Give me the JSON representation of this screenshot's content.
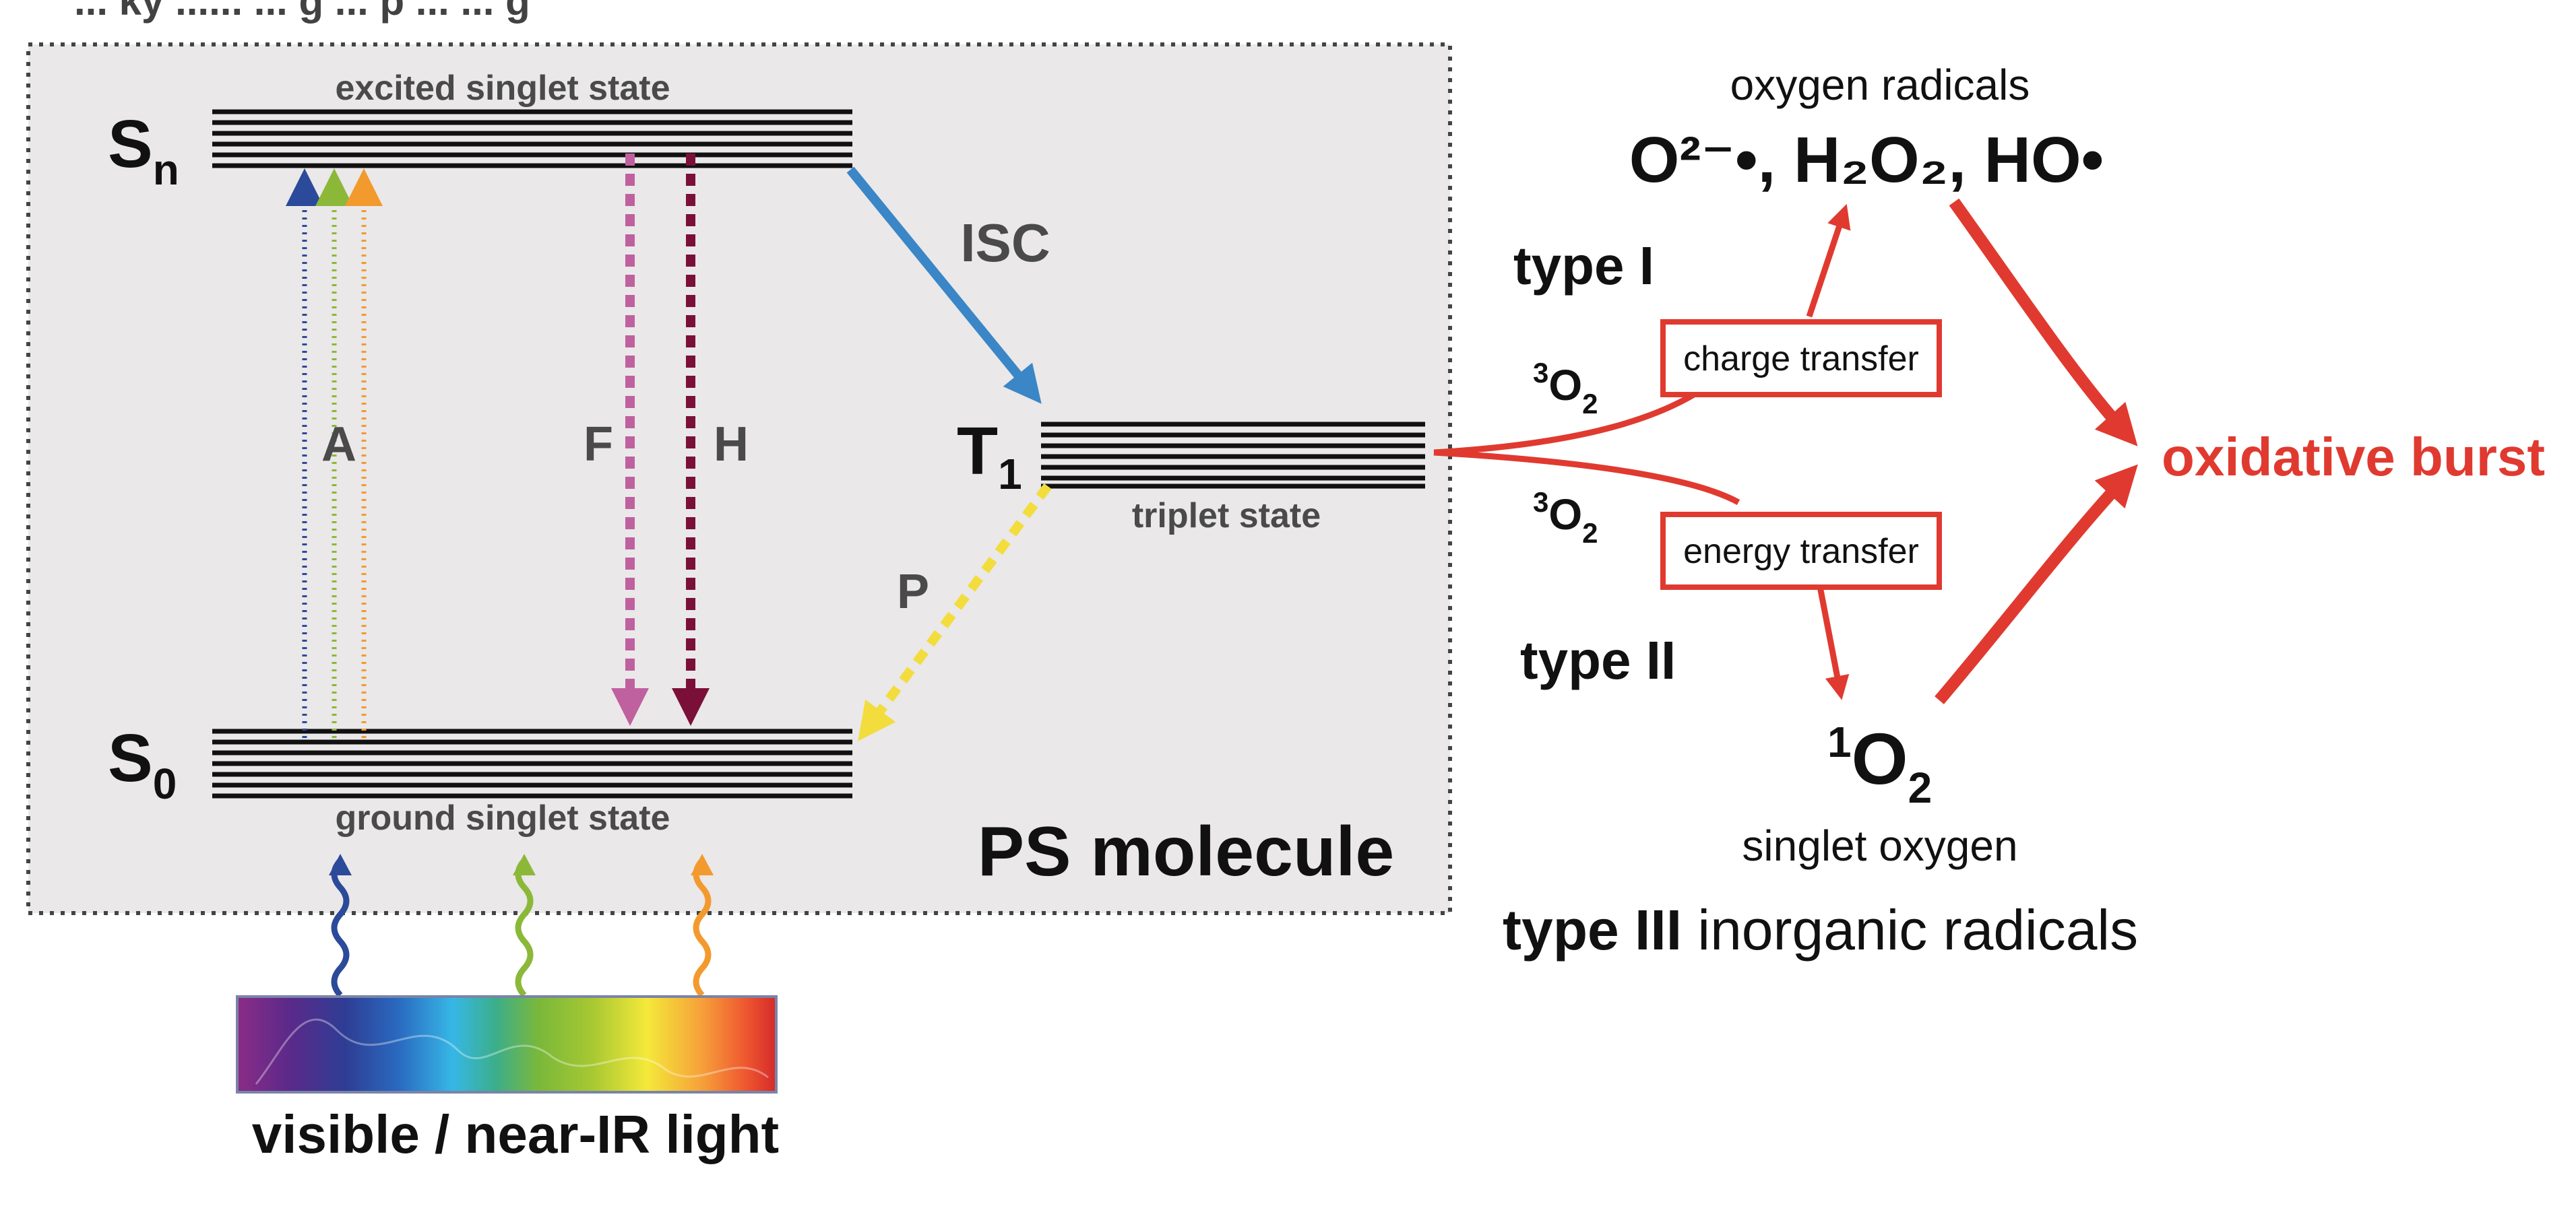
{
  "header_fragment": "... ky ...... ... g ... p ... ... g",
  "states": {
    "excited": {
      "symbol": "S",
      "subscript": "n",
      "label": "excited singlet state"
    },
    "ground": {
      "symbol": "S",
      "subscript": "0",
      "label": "ground singlet state"
    },
    "triplet": {
      "symbol": "T",
      "subscript": "1",
      "label": "triplet state"
    }
  },
  "transitions": {
    "absorption": "A",
    "fluorescence": "F",
    "heat": "H",
    "isc": "ISC",
    "phosphorescence": "P"
  },
  "box_label": "PS molecule",
  "light_label": "visible / near-IR light",
  "reactions": {
    "type1": "type I",
    "type2": "type II",
    "type3_bold": "type III",
    "type3_rest": "inorganic radicals",
    "charge_transfer": "charge transfer",
    "energy_transfer": "energy transfer",
    "oxygen_triplet": {
      "superscript": "3",
      "symbol": "O",
      "subscript": "2"
    },
    "oxygen_radicals_title": "oxygen radicals",
    "oxygen_radicals_formula": "O²⁻•, H₂O₂, HO•",
    "singlet_oxygen": {
      "superscript": "1",
      "symbol": "O",
      "subscript": "2"
    },
    "singlet_oxygen_label": "singlet oxygen",
    "outcome": "oxidative burst"
  },
  "colors": {
    "box_fill": "#eae8e9",
    "levels": "#111111",
    "blue": "#2b4a9a",
    "green": "#8cb83a",
    "orange": "#f39a2e",
    "pink": "#c0619f",
    "maroon": "#7a1038",
    "isc": "#3a86c6",
    "yellow": "#f2dd3c",
    "red": "#e03a30",
    "text_grey": "#4a4a4a"
  }
}
